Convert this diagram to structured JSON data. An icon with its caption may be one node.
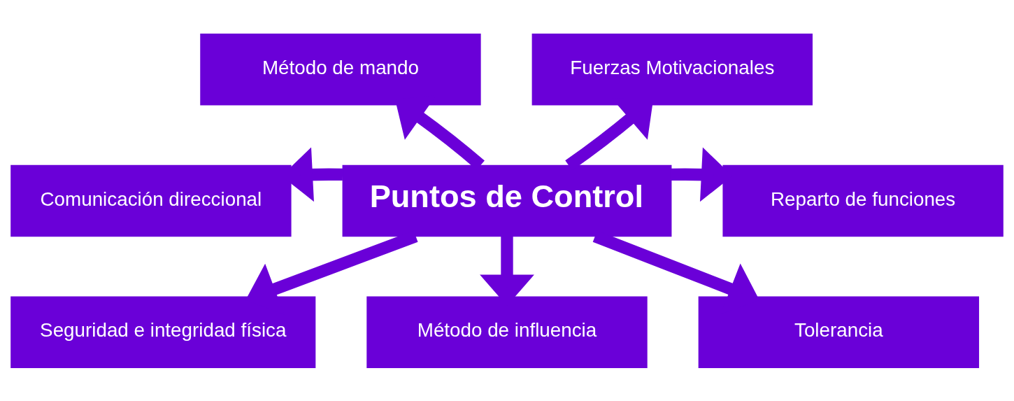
{
  "diagram": {
    "nodes": [
      {
        "text": [
          "Método de mando"
        ]
      },
      {
        "text": [
          "Fuerzas Motivacionales"
        ]
      },
      {
        "text": [
          "Comunicación direccional"
        ]
      },
      {
        "text": [
          "Puntos de Control"
        ]
      },
      {
        "text": [
          "Reparto de funciones"
        ]
      },
      {
        "text": [
          "Seguridad e integridad física"
        ]
      },
      {
        "text": [
          "Tolerancia"
        ]
      },
      {
        "text": [
          "Método de influencia"
        ]
      }
    ],
    "edges": [
      {
        "from": 3,
        "to": 0,
        "arrow": "to"
      },
      {
        "from": 3,
        "to": 1,
        "arrow": "to"
      },
      {
        "from": 3,
        "to": 2,
        "arrow": "to"
      },
      {
        "from": 3,
        "to": 4,
        "arrow": "to"
      },
      {
        "from": 3,
        "to": 5,
        "arrow": "to"
      },
      {
        "from": 3,
        "to": 6,
        "arrow": "to"
      },
      {
        "from": 3,
        "to": 7,
        "arrow": "to"
      }
    ]
  }
}
